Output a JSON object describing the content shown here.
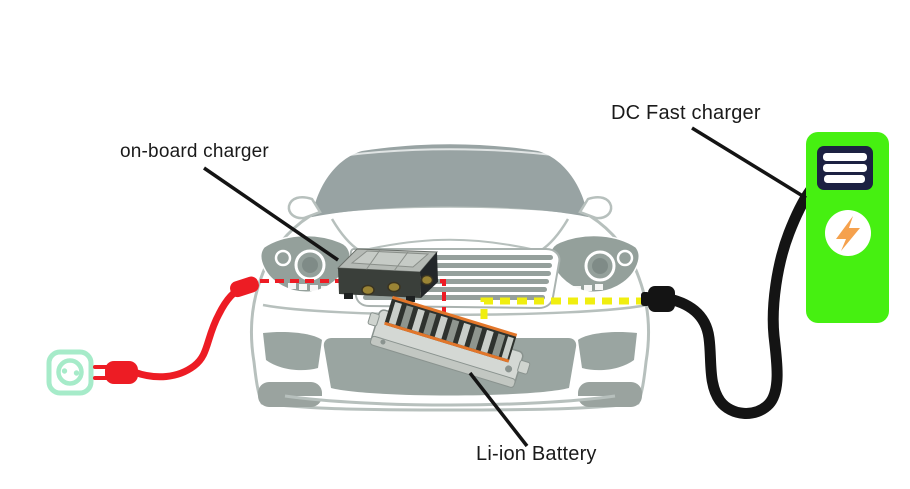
{
  "figure": {
    "type": "ev-charging-system-diagram",
    "background": "#ffffff",
    "labels": {
      "onboard_charger": "on-board charger",
      "dc_fast_charger": "DC Fast charger",
      "li_ion_battery": "Li-ion Battery"
    },
    "colors": {
      "ac_red": "#ed1c24",
      "dc_yellow": "#f0ee10",
      "station_green": "#46f011",
      "outlet_mint": "#a6ebc9",
      "screen_navy": "#1c2142",
      "bolt_orange": "#f5a14d",
      "cable_black": "#141414",
      "car_gray": "#9aa5a1",
      "label_text": "#1a1a1a"
    },
    "icons": {
      "wall_outlet": "wall-outlet-icon",
      "power_plug": "power-plug-icon",
      "charging_station": "charging-station-icon",
      "station_screen": "station-screen-icon",
      "lightning_bolt": "lightning-bolt-icon",
      "car": "car-front-illustration",
      "onboard_charger_box": "onboard-charger-box",
      "battery_pack": "battery-pack-illustration",
      "ac_cable": "ac-charging-cable",
      "dc_cable": "dc-charging-cable"
    }
  }
}
